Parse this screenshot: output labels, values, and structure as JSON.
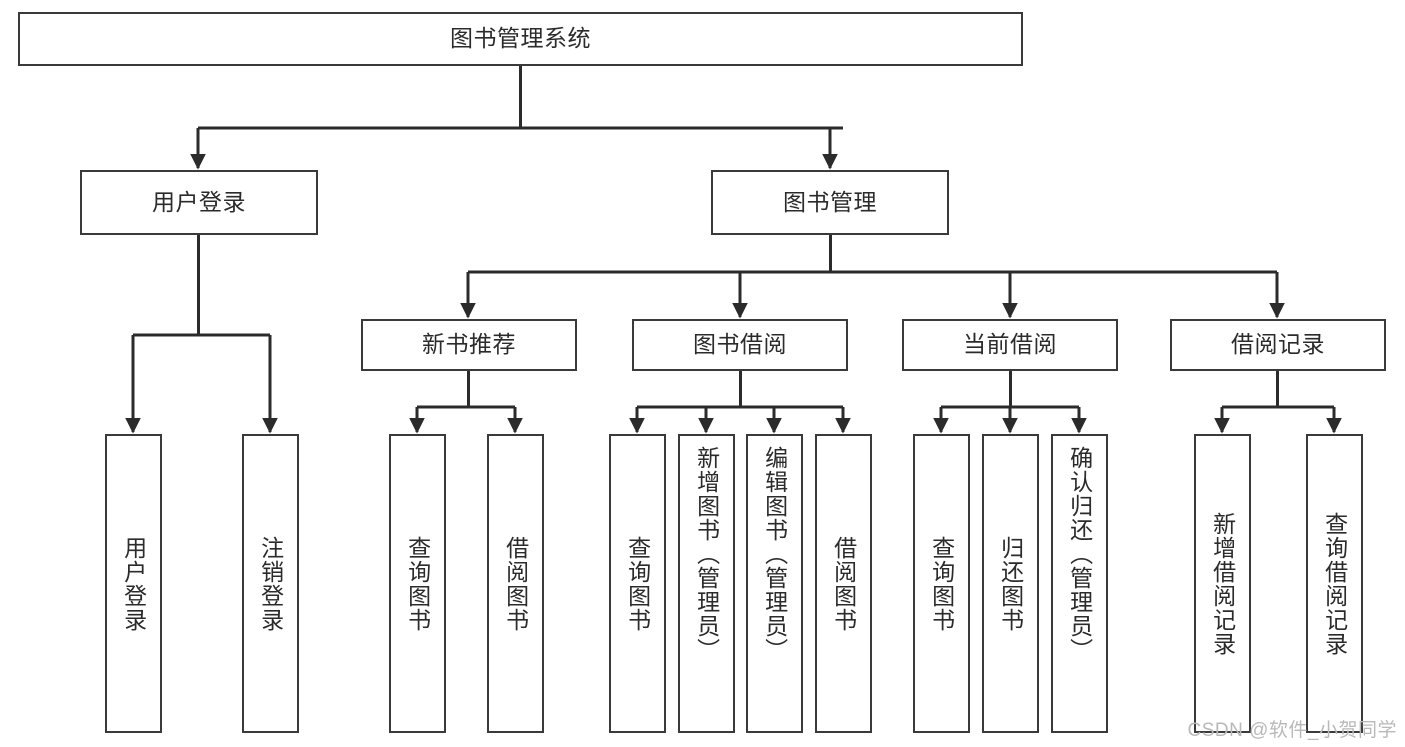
{
  "diagram": {
    "title": "图书管理系统",
    "type": "hierarchy-tree",
    "colors": {
      "box_border": "#3a3a3a",
      "box_fill": "#ffffff",
      "edge": "#2b2b2b",
      "text": "#2b2b2b",
      "watermark": "#b9b9b9",
      "background": "#ffffff"
    },
    "root": {
      "label": "图书管理系统"
    },
    "level2": [
      {
        "id": "user-login",
        "label": "用户登录"
      },
      {
        "id": "book-management",
        "label": "图书管理"
      }
    ],
    "level3": [
      {
        "id": "new-book-recommend",
        "label": "新书推荐"
      },
      {
        "id": "book-borrow",
        "label": "图书借阅"
      },
      {
        "id": "current-borrow",
        "label": "当前借阅"
      },
      {
        "id": "borrow-record",
        "label": "借阅记录"
      }
    ],
    "leaves": {
      "user_login": [
        {
          "id": "leaf-user-login",
          "label": "用户登录"
        },
        {
          "id": "leaf-logout-login",
          "label": "注销登录"
        }
      ],
      "new_book_recommend": [
        {
          "id": "leaf-query-book-1",
          "label": "查询图书"
        },
        {
          "id": "leaf-borrow-book-1",
          "label": "借阅图书"
        }
      ],
      "book_borrow": [
        {
          "id": "leaf-query-book-2",
          "label": "查询图书"
        },
        {
          "id": "leaf-add-book",
          "label": "新增图书（管理员）"
        },
        {
          "id": "leaf-edit-book",
          "label": "编辑图书（管理员）"
        },
        {
          "id": "leaf-borrow-book-2",
          "label": "借阅图书"
        }
      ],
      "current_borrow": [
        {
          "id": "leaf-query-book-3",
          "label": "查询图书"
        },
        {
          "id": "leaf-return-book",
          "label": "归还图书"
        },
        {
          "id": "leaf-confirm-return",
          "label": "确认归还（管理员）"
        }
      ],
      "borrow_record": [
        {
          "id": "leaf-add-record",
          "label": "新增借阅记录"
        },
        {
          "id": "leaf-query-record",
          "label": "查询借阅记录"
        }
      ]
    }
  },
  "watermark": {
    "text": "CSDN @软件_小贺同学"
  }
}
